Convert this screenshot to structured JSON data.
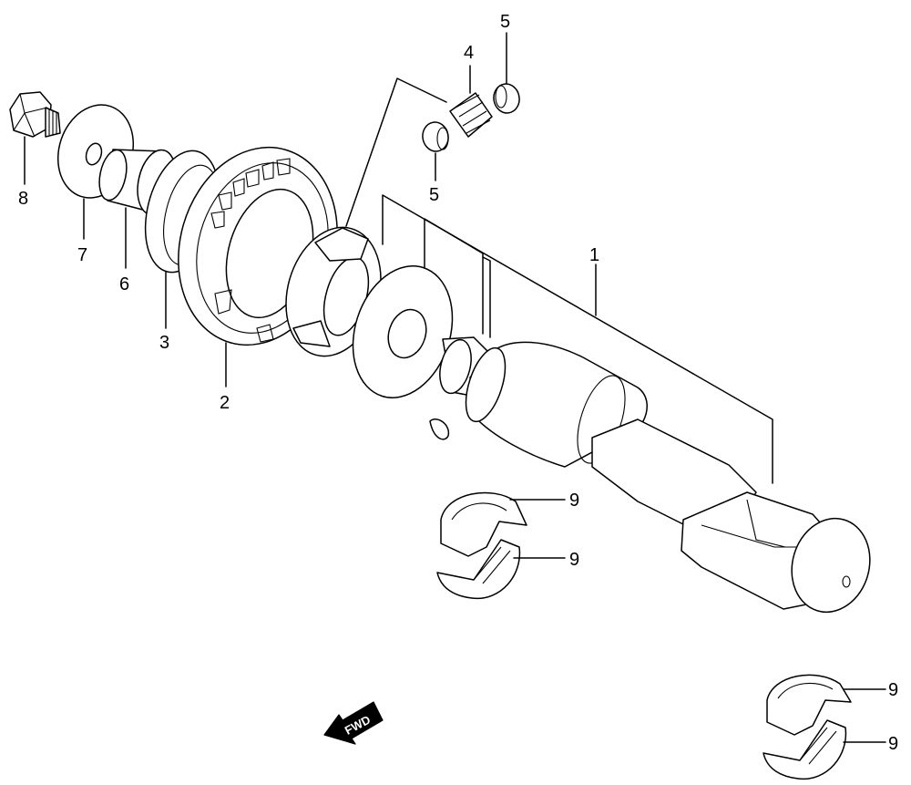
{
  "callouts": {
    "c1": "1",
    "c2": "2",
    "c3": "3",
    "c4": "4",
    "c5_top": "5",
    "c5_bottom": "5",
    "c6": "6",
    "c7": "7",
    "c8": "8",
    "c9_a": "9",
    "c9_b": "9",
    "c9_c": "9",
    "c9_d": "9"
  },
  "fwd_label": "FWD"
}
